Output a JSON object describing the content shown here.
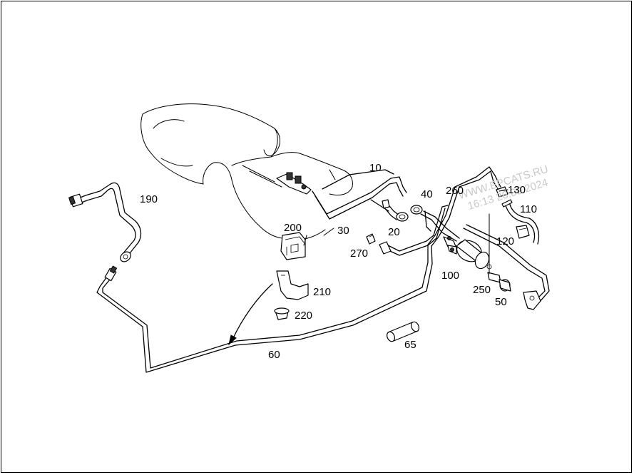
{
  "watermark": {
    "site": "WWW.EPCATS.RU",
    "timestamp": "16:13 26.09.2024"
  },
  "callouts": {
    "p10": "10",
    "p20": "20",
    "p30": "30",
    "p40": "40",
    "p50": "50",
    "p60": "60",
    "p65": "65",
    "p100": "100",
    "p110": "110",
    "p120": "120",
    "p130": "130",
    "p190": "190",
    "p200": "200",
    "p210": "210",
    "p220": "220",
    "p250": "250",
    "p260": "260",
    "p270": "270"
  }
}
